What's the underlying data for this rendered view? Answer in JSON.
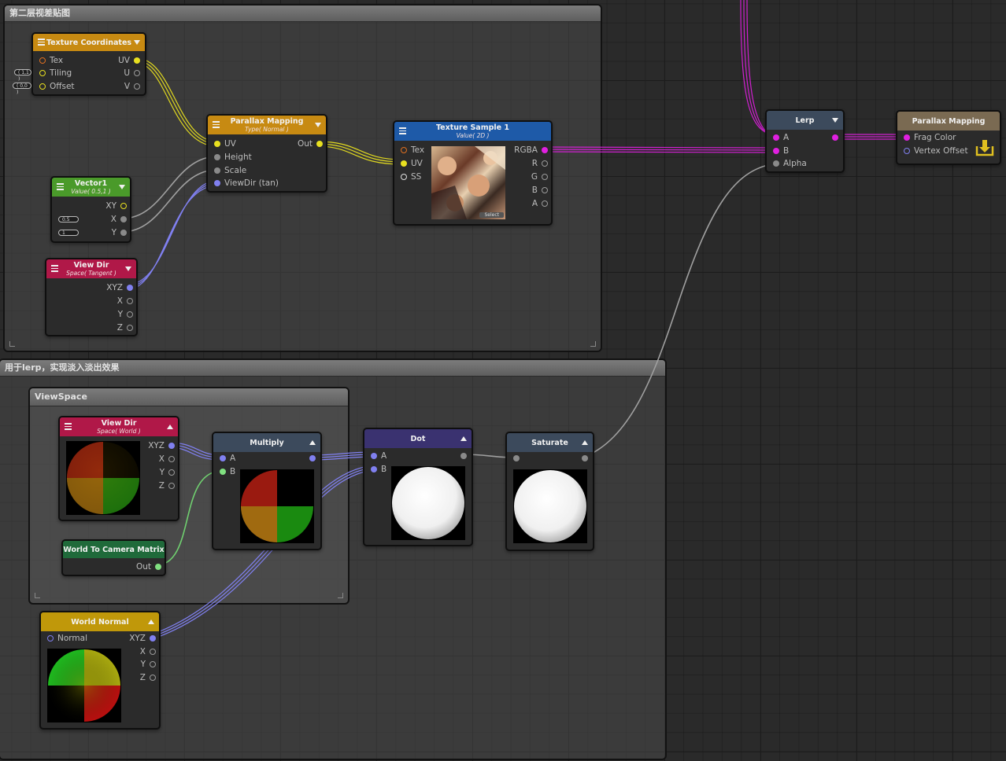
{
  "frames": {
    "parallax_frame": "第二层视差贴图",
    "lerp_frame": "用于lerp，实现淡入淡出效果",
    "viewspace_frame": "ViewSpace"
  },
  "nodes": {
    "texcoord": {
      "title": "Texture Coordinates",
      "in": [
        "Tex",
        "Tiling",
        "Offset"
      ],
      "out": [
        "UV",
        "U",
        "V"
      ],
      "tiling_value": "( 1,1 )",
      "offset_value": "( 0,0 )",
      "color": "#c78a12"
    },
    "parallax": {
      "title": "Parallax Mapping",
      "subtitle": "Type( Normal )",
      "in": [
        "UV",
        "Height",
        "Scale",
        "ViewDir (tan)"
      ],
      "out": "Out",
      "color": "#c78a12"
    },
    "vector1": {
      "title": "Vector1",
      "subtitle": "Value( 0.5,1 )",
      "out": [
        "XY",
        "X",
        "Y"
      ],
      "x_value": "0.5",
      "y_value": "1",
      "color": "#4a9a2a"
    },
    "viewdir_tan": {
      "title": "View Dir",
      "subtitle": "Space( Tangent )",
      "out": [
        "XYZ",
        "X",
        "Y",
        "Z"
      ],
      "color": "#b01848"
    },
    "texsample": {
      "title": "Texture Sample 1",
      "subtitle": "Value( 2D )",
      "in": [
        "Tex",
        "UV",
        "SS"
      ],
      "out": [
        "RGBA",
        "R",
        "G",
        "B",
        "A"
      ],
      "select_label": "Select",
      "color": "#1e5aa8"
    },
    "lerp": {
      "title": "Lerp",
      "in": [
        "A",
        "B",
        "Alpha"
      ],
      "color": "#3c4a5c"
    },
    "output": {
      "title": "Parallax Mapping",
      "in": [
        "Frag Color",
        "Vertex Offset"
      ],
      "color": "#7a6a52"
    },
    "viewdir_world": {
      "title": "View Dir",
      "subtitle": "Space( World )",
      "out": [
        "XYZ",
        "X",
        "Y",
        "Z"
      ],
      "color": "#b01848"
    },
    "w2c": {
      "title": "World To Camera Matrix",
      "out": "Out",
      "color": "#1f6a3a"
    },
    "multiply": {
      "title": "Multiply",
      "in": [
        "A",
        "B"
      ],
      "color": "#3c4a5c"
    },
    "dot": {
      "title": "Dot",
      "in": [
        "A",
        "B"
      ],
      "color": "#3a3270"
    },
    "saturate": {
      "title": "Saturate",
      "color": "#3c4a5c"
    },
    "worldnormal": {
      "title": "World Normal",
      "in": "Normal",
      "out": [
        "XYZ",
        "X",
        "Y",
        "Z"
      ],
      "color": "#c0980a"
    }
  },
  "colors": {
    "uv_yellow": "#e8e020",
    "vector_purple": "#8080f0",
    "color_magenta": "#e020e0",
    "float_gray": "#9a9a9a",
    "matrix_green": "#80e080",
    "tex_orange": "#e07020"
  }
}
